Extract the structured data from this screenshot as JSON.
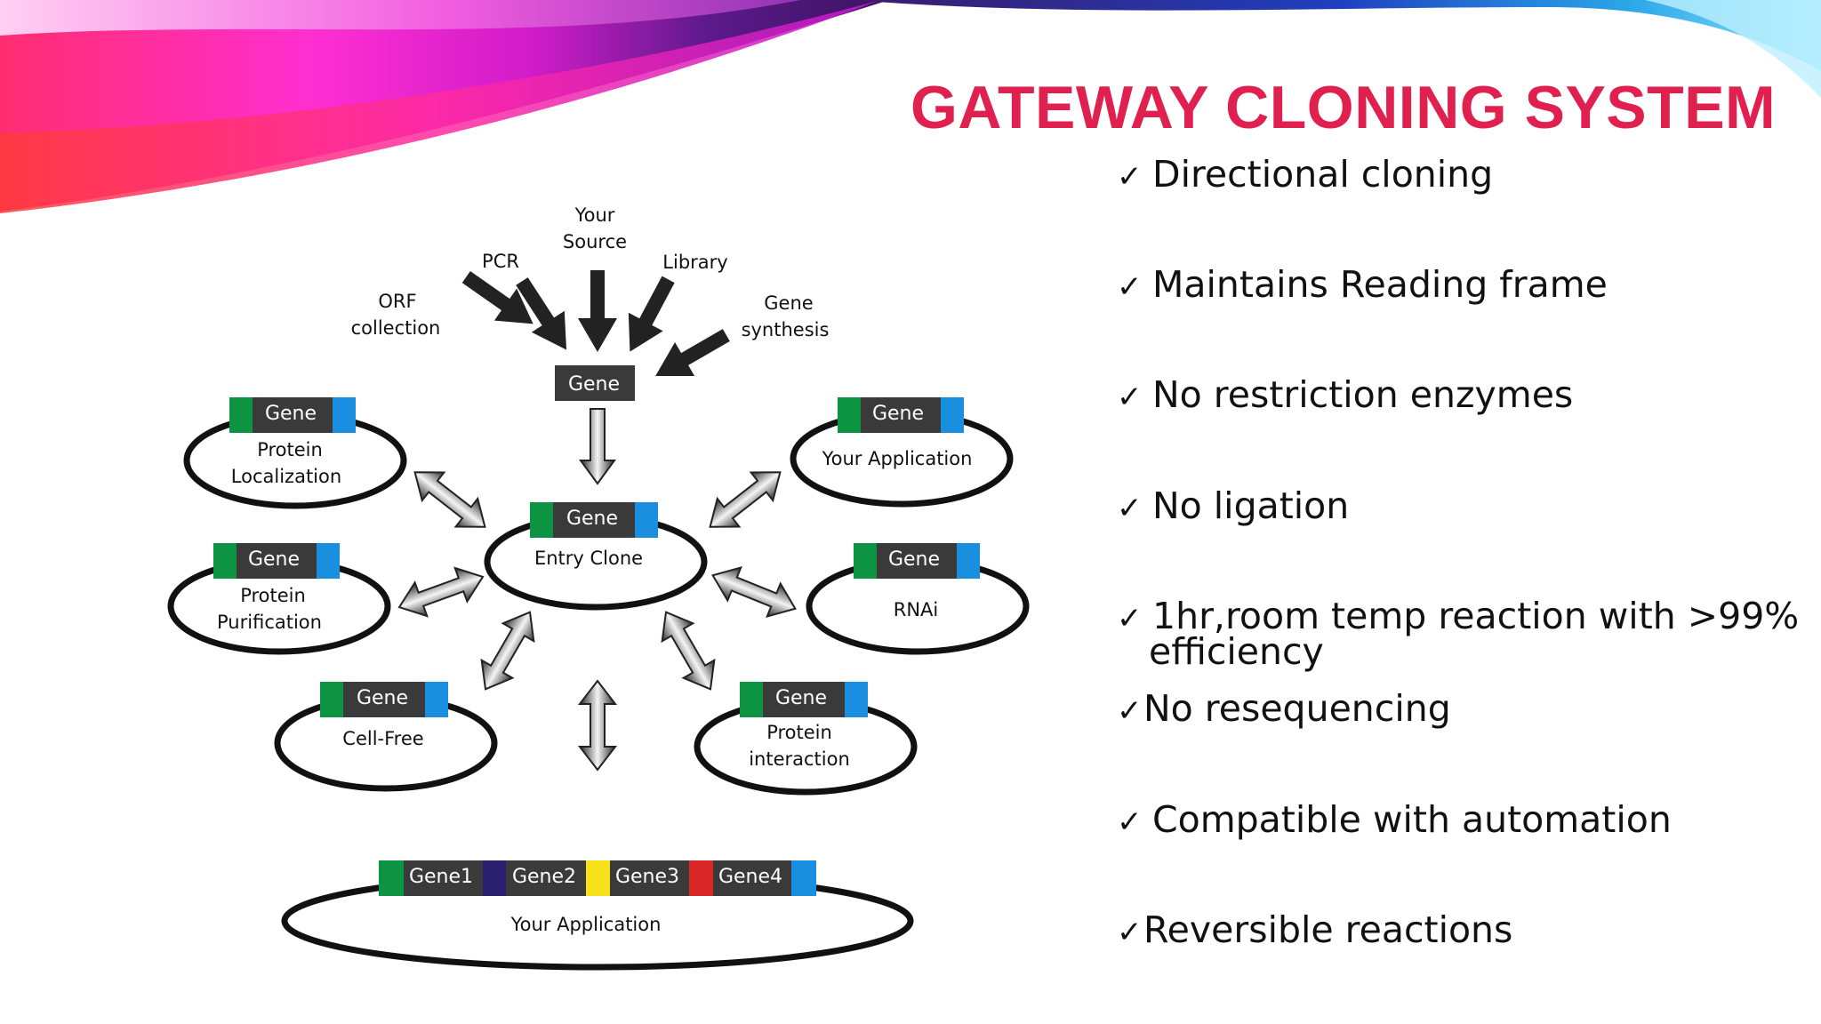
{
  "title": "GATEWAY CLONING SYSTEM",
  "colors": {
    "title": "#e0214f",
    "gene_bar": "#3a3a3a",
    "green_tag": "#0d9443",
    "blue_tag": "#1a8fe0",
    "navy_tag": "#2a1f6e",
    "yellow_tag": "#f7e21a",
    "red_tag": "#d92727"
  },
  "sources": {
    "orf": [
      "ORF",
      "collection"
    ],
    "pcr": "PCR",
    "your_source": [
      "Your",
      "Source"
    ],
    "library": "Library",
    "synthesis": [
      "Gene",
      "synthesis"
    ]
  },
  "gene_box": "Gene",
  "entry_clone": {
    "gene": "Gene",
    "label": "Entry Clone"
  },
  "destinations": [
    {
      "id": "protein-localization",
      "gene": "Gene",
      "label": [
        "Protein",
        "Localization"
      ]
    },
    {
      "id": "your-application",
      "gene": "Gene",
      "label": [
        "Your Application"
      ]
    },
    {
      "id": "protein-purification",
      "gene": "Gene",
      "label": [
        "Protein",
        "Purification"
      ]
    },
    {
      "id": "rnai",
      "gene": "Gene",
      "label": [
        "RNAi"
      ]
    },
    {
      "id": "cell-free",
      "gene": "Gene",
      "label": [
        "Cell-Free"
      ]
    },
    {
      "id": "protein-interaction",
      "gene": "Gene",
      "label": [
        "Protein",
        "interaction"
      ]
    }
  ],
  "multi_gene": {
    "genes": [
      "Gene1",
      "Gene2",
      "Gene3",
      "Gene4"
    ],
    "label": "Your Application"
  },
  "check_mark": "✓",
  "bullets": [
    {
      "text": "Directional cloning"
    },
    {
      "text": "Maintains Reading frame"
    },
    {
      "text": "No restriction enzymes"
    },
    {
      "text": "No ligation"
    },
    {
      "text": "1hr,room temp reaction with >99%",
      "wrap": "efficiency"
    },
    {
      "text": "No resequencing"
    },
    {
      "text": "Compatible with automation"
    },
    {
      "text": "Reversible reactions"
    }
  ]
}
